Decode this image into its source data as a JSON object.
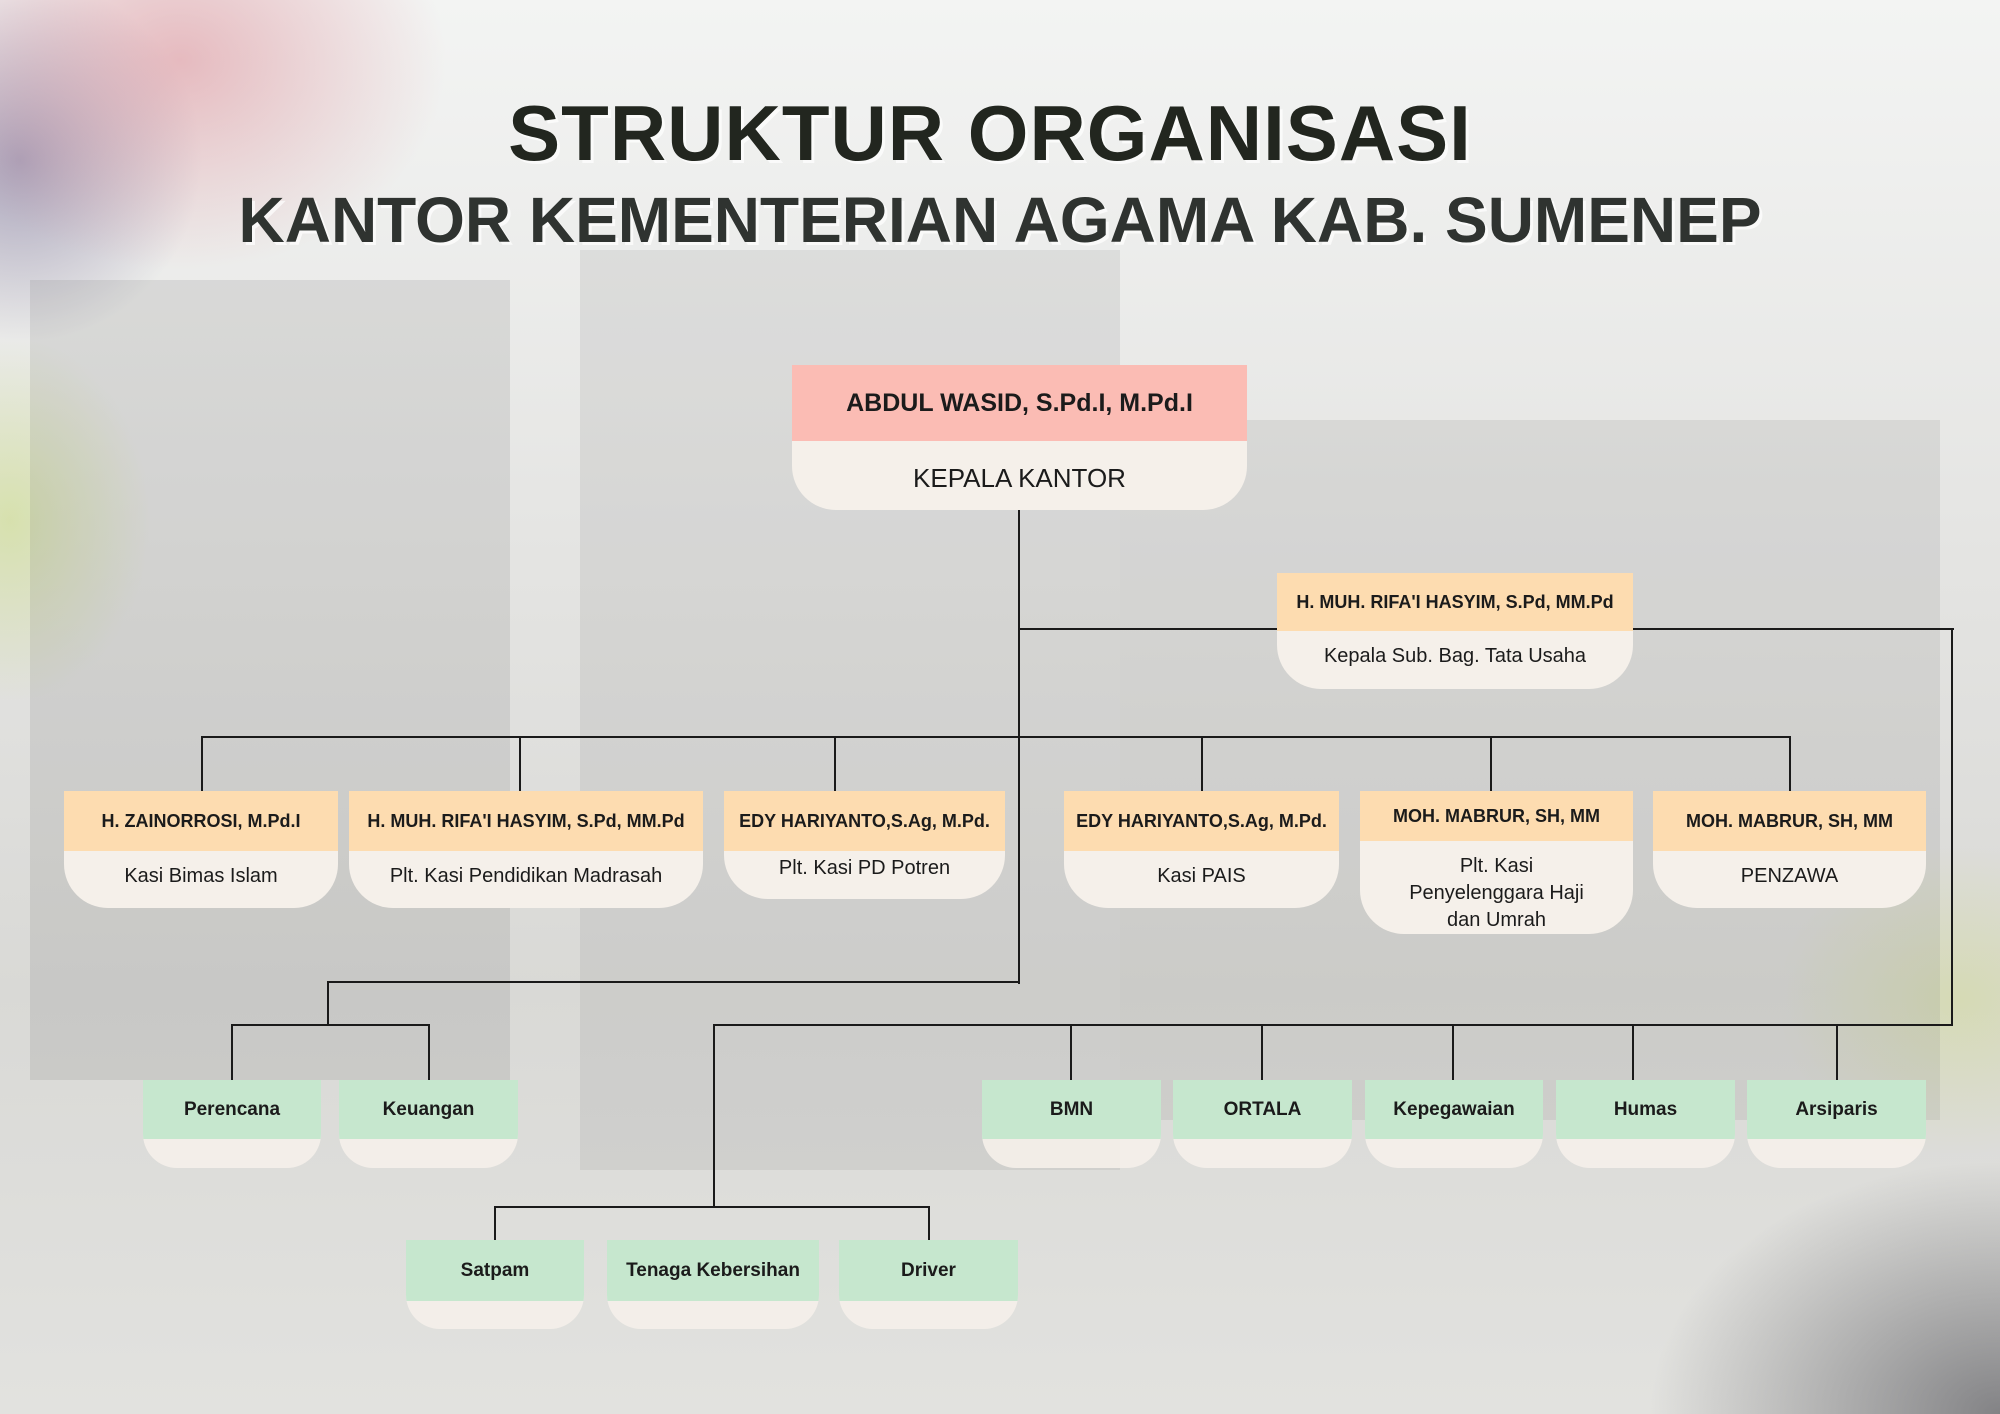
{
  "title": {
    "line1": "STRUKTUR ORGANISASI",
    "line2": "KANTOR KEMENTERIAN AGAMA KAB. SUMENEP"
  },
  "head": {
    "name": "ABDUL WASID, S.Pd.I, M.Pd.I",
    "role": "KEPALA KANTOR"
  },
  "subbag": {
    "name": "H. MUH. RIFA'I HASYIM, S.Pd, MM.Pd",
    "role": "Kepala Sub. Bag. Tata Usaha"
  },
  "sections": [
    {
      "name": "H. ZAINORROSI, M.Pd.I",
      "role": "Kasi Bimas Islam"
    },
    {
      "name": "H. MUH. RIFA'I HASYIM, S.Pd, MM.Pd",
      "role": "Plt. Kasi Pendidikan Madrasah"
    },
    {
      "name": "EDY HARIYANTO,S.Ag, M.Pd.",
      "role": "Plt. Kasi PD Potren"
    },
    {
      "name": "EDY HARIYANTO,S.Ag, M.Pd.",
      "role": "Kasi PAIS"
    },
    {
      "name": "MOH. MABRUR, SH, MM",
      "role": "Plt. Kasi Penyelenggara Haji dan Umrah"
    },
    {
      "name": "MOH. MABRUR, SH, MM",
      "role": "PENZAWA"
    }
  ],
  "units": [
    "Perencana",
    "Keuangan",
    "BMN",
    "ORTALA",
    "Kepegawaian",
    "Humas",
    "Arsiparis"
  ],
  "support": [
    "Satpam",
    "Tenaga Kebersihan",
    "Driver"
  ]
}
